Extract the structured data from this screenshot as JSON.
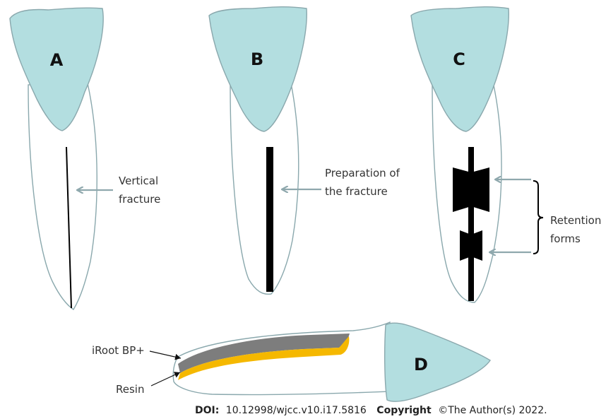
{
  "panels": {
    "a": {
      "letter": "A",
      "label_line1": "Vertical",
      "label_line2": "fracture"
    },
    "b": {
      "letter": "B",
      "label_line1": "Preparation of",
      "label_line2": "the fracture"
    },
    "c": {
      "letter": "C",
      "label_line1": "Retention",
      "label_line2": "forms"
    },
    "d": {
      "letter": "D",
      "label_top": "iRoot BP+",
      "label_bottom": "Resin"
    }
  },
  "footer": {
    "doi_label": "DOI:",
    "doi_value": "10.12998/wjcc.v10.i17.5816",
    "copyright_label": "Copyright",
    "copyright_value": "©The Author(s) 2022."
  },
  "colors": {
    "crown": "#b3dee0",
    "outline": "#8aa8ad",
    "arrow": "#8fa8ad",
    "fracture_fill": "#000000",
    "bp_layer": "#7d7d7d",
    "resin_layer": "#f5b800"
  }
}
